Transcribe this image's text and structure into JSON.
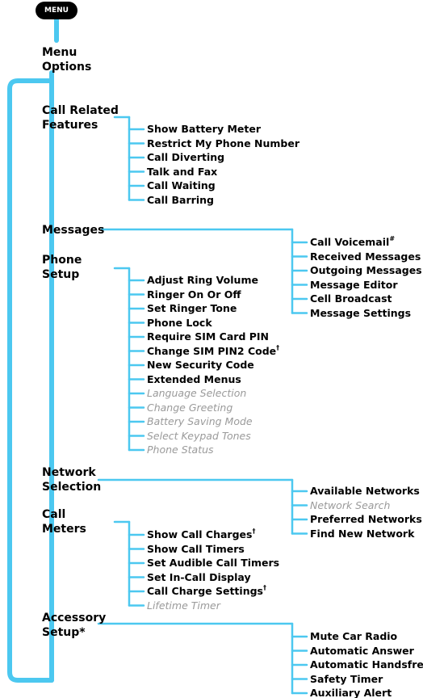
{
  "menu_button": "MENU",
  "root": "Menu\nOptions",
  "groups": [
    {
      "title": "Call Related\nFeatures",
      "items": [
        {
          "text": "Show Battery Meter"
        },
        {
          "text": "Restrict My Phone Number"
        },
        {
          "text": "Call Diverting"
        },
        {
          "text": "Talk and Fax"
        },
        {
          "text": "Call Waiting"
        },
        {
          "text": "Call Barring"
        }
      ]
    },
    {
      "title": "Messages",
      "items": [
        {
          "text": "Call Voicemail",
          "sup": "#"
        },
        {
          "text": "Received Messages"
        },
        {
          "text": "Outgoing Messages"
        },
        {
          "text": "Message Editor"
        },
        {
          "text": "Cell Broadcast"
        },
        {
          "text": "Message Settings"
        }
      ]
    },
    {
      "title": "Phone\nSetup",
      "items": [
        {
          "text": "Adjust Ring Volume"
        },
        {
          "text": "Ringer On Or Off"
        },
        {
          "text": "Set Ringer Tone"
        },
        {
          "text": "Phone Lock"
        },
        {
          "text": "Require SIM Card PIN"
        },
        {
          "text": "Change SIM PIN2 Code",
          "sup": "†"
        },
        {
          "text": "New Security Code"
        },
        {
          "text": "Extended Menus"
        },
        {
          "text": "Language Selection",
          "dim": true
        },
        {
          "text": "Change Greeting",
          "dim": true
        },
        {
          "text": "Battery Saving Mode",
          "dim": true
        },
        {
          "text": "Select Keypad Tones",
          "dim": true
        },
        {
          "text": "Phone Status",
          "dim": true
        }
      ]
    },
    {
      "title": "Network\nSelection",
      "items": [
        {
          "text": "Available Networks"
        },
        {
          "text": "Network Search",
          "dim": true
        },
        {
          "text": "Preferred Networks"
        },
        {
          "text": "Find New Network"
        }
      ]
    },
    {
      "title": "Call\nMeters",
      "items": [
        {
          "text": "Show Call Charges",
          "sup": "†"
        },
        {
          "text": "Show Call Timers"
        },
        {
          "text": "Set Audible Call Timers"
        },
        {
          "text": "Set In-Call Display"
        },
        {
          "text": "Call Charge Settings",
          "sup": "†"
        },
        {
          "text": "Lifetime Timer",
          "dim": true
        }
      ]
    },
    {
      "title": "Accessory\nSetup*",
      "items": [
        {
          "text": "Mute Car Radio"
        },
        {
          "text": "Automatic Answer"
        },
        {
          "text": "Automatic Handsfree"
        },
        {
          "text": "Safety Timer"
        },
        {
          "text": "Auxiliary Alert"
        }
      ]
    }
  ],
  "colors": {
    "connector": "#4cc8f0",
    "disabled_text": "#9a9a9a"
  }
}
